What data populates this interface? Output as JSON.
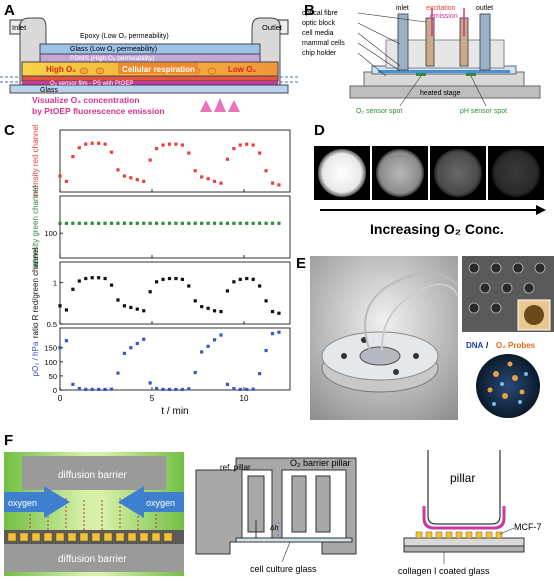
{
  "panels": {
    "a": {
      "letter": "A",
      "inlet": "Inlet",
      "outlet": "Outlet",
      "epoxy": "Epoxy (Low O₂ permeability)",
      "glass_top": "Glass (Low O₂ permeability)",
      "pdms": "PDMS (High O₂ permeability)",
      "high_o2": "High O₂",
      "respiration": "Cellular respiration",
      "low_o2": "Low O₂",
      "sensor_film": "O₂ sensor film - PS with PtOEP",
      "glass_bottom": "Glass",
      "visualize_line1": "Visualize O₂ concentration",
      "visualize_line2": "by PtOEP fluorescence emission"
    },
    "b": {
      "letter": "B",
      "optical_fibre": "optical fibre",
      "optic_block": "optic block",
      "cell_media": "cell media",
      "mammal_cells": "mammal cells",
      "chip_holder": "chip holder",
      "inlet": "inlet",
      "excitation": "excitation",
      "emission": "emission",
      "outlet": "outlet",
      "heated_stage": "heated stage",
      "o2_spot": "O₂ sensor spot",
      "ph_spot": "pH sensor spot"
    },
    "c": {
      "letter": "C",
      "xlabel": "t / min",
      "ylabels": [
        "intensity red channel",
        "intensity green channel",
        "ratio R red/green channel",
        "pO₂ / hPa"
      ]
    },
    "d": {
      "letter": "D",
      "caption": "Increasing O₂ Conc."
    },
    "e": {
      "letter": "E",
      "dna": "DNA",
      "slash": " / ",
      "probes": "O₂ Probes"
    },
    "f": {
      "letter": "F",
      "diffusion_top": "diffusion barrier",
      "diffusion_bottom": "diffusion barrier",
      "oxygen_left": "oxygen",
      "oxygen_right": "oxygen",
      "ref_pillar": "ref. pillar",
      "o2_barrier": "O₂ barrier pillar",
      "dh": "Δh",
      "cell_culture": "cell culture glass",
      "pillar": "pillar",
      "mcf7": "MCF-7",
      "collagen": "collagen I coated glass"
    }
  },
  "colors": {
    "red_series": "#e8403a",
    "green_series": "#2e8b3a",
    "black_series": "#111111",
    "blue_series": "#3a55c8",
    "magenta": "#d6338c",
    "oxygen_blue": "#3f7fd0"
  },
  "chart_data": {
    "type": "scatter",
    "shared_x": {
      "label": "t / min",
      "ticks": [
        0,
        5,
        10
      ],
      "range": [
        0,
        12.5
      ]
    },
    "x": [
      0.0,
      0.35,
      0.7,
      1.05,
      1.4,
      1.75,
      2.1,
      2.45,
      2.8,
      3.15,
      3.5,
      3.85,
      4.2,
      4.55,
      4.9,
      5.25,
      5.6,
      5.95,
      6.3,
      6.65,
      7.0,
      7.35,
      7.7,
      8.05,
      8.4,
      8.75,
      9.1,
      9.45,
      9.8,
      10.15,
      10.5,
      10.85,
      11.2,
      11.55,
      11.9
    ],
    "series": [
      {
        "name": "intensity red channel",
        "ylim": [
          60,
          130
        ],
        "values": [
          78,
          72,
          100,
          110,
          114,
          115,
          115,
          114,
          105,
          85,
          78,
          76,
          74,
          72,
          96,
          109,
          113,
          114,
          114,
          113,
          104,
          84,
          77,
          75,
          72,
          70,
          97,
          109,
          113,
          114,
          113,
          104,
          84,
          70,
          68
        ]
      },
      {
        "name": "intensity green channel",
        "ylim": [
          80,
          130
        ],
        "ticks": [
          100
        ],
        "values": [
          108,
          108,
          108,
          108,
          108,
          108,
          108,
          108,
          108,
          108,
          108,
          108,
          108,
          108,
          108,
          108,
          108,
          108,
          108,
          108,
          108,
          108,
          108,
          108,
          108,
          108,
          108,
          108,
          108,
          108,
          108,
          108,
          108,
          108,
          108
        ]
      },
      {
        "name": "ratio R red/green channel",
        "ylim": [
          0.5,
          1.25
        ],
        "ticks": [
          0.5,
          1.0
        ],
        "values": [
          0.72,
          0.67,
          0.92,
          1.02,
          1.05,
          1.06,
          1.06,
          1.05,
          0.97,
          0.79,
          0.72,
          0.7,
          0.68,
          0.66,
          0.89,
          1.01,
          1.04,
          1.05,
          1.05,
          1.04,
          0.96,
          0.78,
          0.71,
          0.69,
          0.66,
          0.65,
          0.9,
          1.01,
          1.04,
          1.05,
          1.04,
          0.96,
          0.78,
          0.65,
          0.63
        ]
      },
      {
        "name": "pO₂ / hPa",
        "ylim": [
          0,
          220
        ],
        "ticks": [
          0,
          50,
          100,
          150
        ],
        "values": [
          150,
          175,
          20,
          5,
          2,
          2,
          2,
          2,
          3,
          60,
          130,
          150,
          165,
          180,
          25,
          5,
          2,
          2,
          2,
          2,
          4,
          62,
          135,
          155,
          178,
          195,
          20,
          5,
          2,
          2,
          3,
          58,
          140,
          200,
          205
        ]
      }
    ]
  }
}
